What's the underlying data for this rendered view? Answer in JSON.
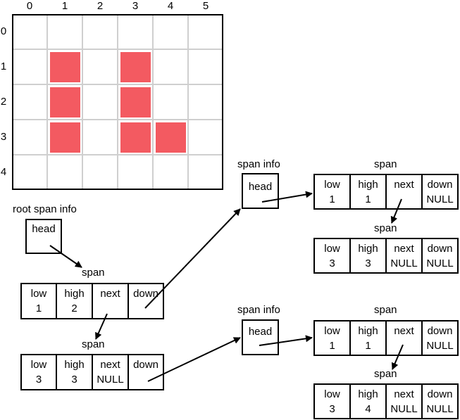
{
  "grid": {
    "col_labels": [
      "0",
      "1",
      "2",
      "3",
      "4",
      "5"
    ],
    "row_labels": [
      "0",
      "1",
      "2",
      "3",
      "4"
    ],
    "filled_cells": [
      [
        1,
        1
      ],
      [
        1,
        3
      ],
      [
        2,
        1
      ],
      [
        2,
        3
      ],
      [
        3,
        1
      ],
      [
        3,
        3
      ],
      [
        3,
        4
      ]
    ],
    "fill_color": "#f35a61"
  },
  "root": {
    "title": "root span info",
    "head_label": "head",
    "span_label": "span",
    "span1": {
      "low": "low",
      "low_val": "1",
      "high": "high",
      "high_val": "2",
      "next": "next",
      "down": "down"
    },
    "span2_label": "span",
    "span2": {
      "low": "low",
      "low_val": "3",
      "high": "high",
      "high_val": "3",
      "next": "next",
      "next_val": "NULL",
      "down": "down"
    }
  },
  "info_top": {
    "title": "span info",
    "head_label": "head",
    "span_label": "span",
    "span1": {
      "low": "low",
      "low_val": "1",
      "high": "high",
      "high_val": "1",
      "next": "next",
      "down": "down",
      "down_val": "NULL"
    },
    "span2_label": "span",
    "span2": {
      "low": "low",
      "low_val": "3",
      "high": "high",
      "high_val": "3",
      "next": "next",
      "next_val": "NULL",
      "down": "down",
      "down_val": "NULL"
    }
  },
  "info_bottom": {
    "title": "span info",
    "head_label": "head",
    "span_label": "span",
    "span1": {
      "low": "low",
      "low_val": "1",
      "high": "high",
      "high_val": "1",
      "next": "next",
      "down": "down",
      "down_val": "NULL"
    },
    "span2_label": "span",
    "span2": {
      "low": "low",
      "low_val": "3",
      "high": "high",
      "high_val": "4",
      "next": "next",
      "next_val": "NULL",
      "down": "down",
      "down_val": "NULL"
    }
  }
}
